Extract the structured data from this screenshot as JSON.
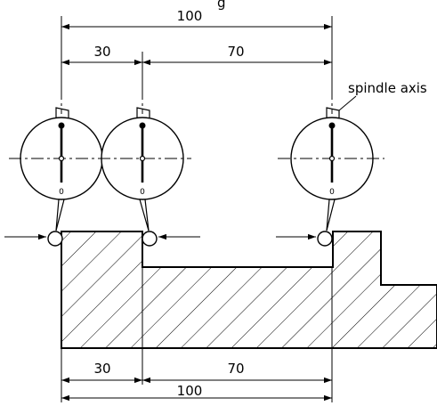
{
  "title_fragment": "g",
  "dimensions": {
    "top_total": "100",
    "top_left": "30",
    "top_right": "70",
    "bottom_left": "30",
    "bottom_right": "70",
    "bottom_total": "100"
  },
  "callout": "spindle axis",
  "dials": [
    {
      "zero_label": "0"
    },
    {
      "zero_label": "0"
    },
    {
      "zero_label": "0"
    }
  ]
}
